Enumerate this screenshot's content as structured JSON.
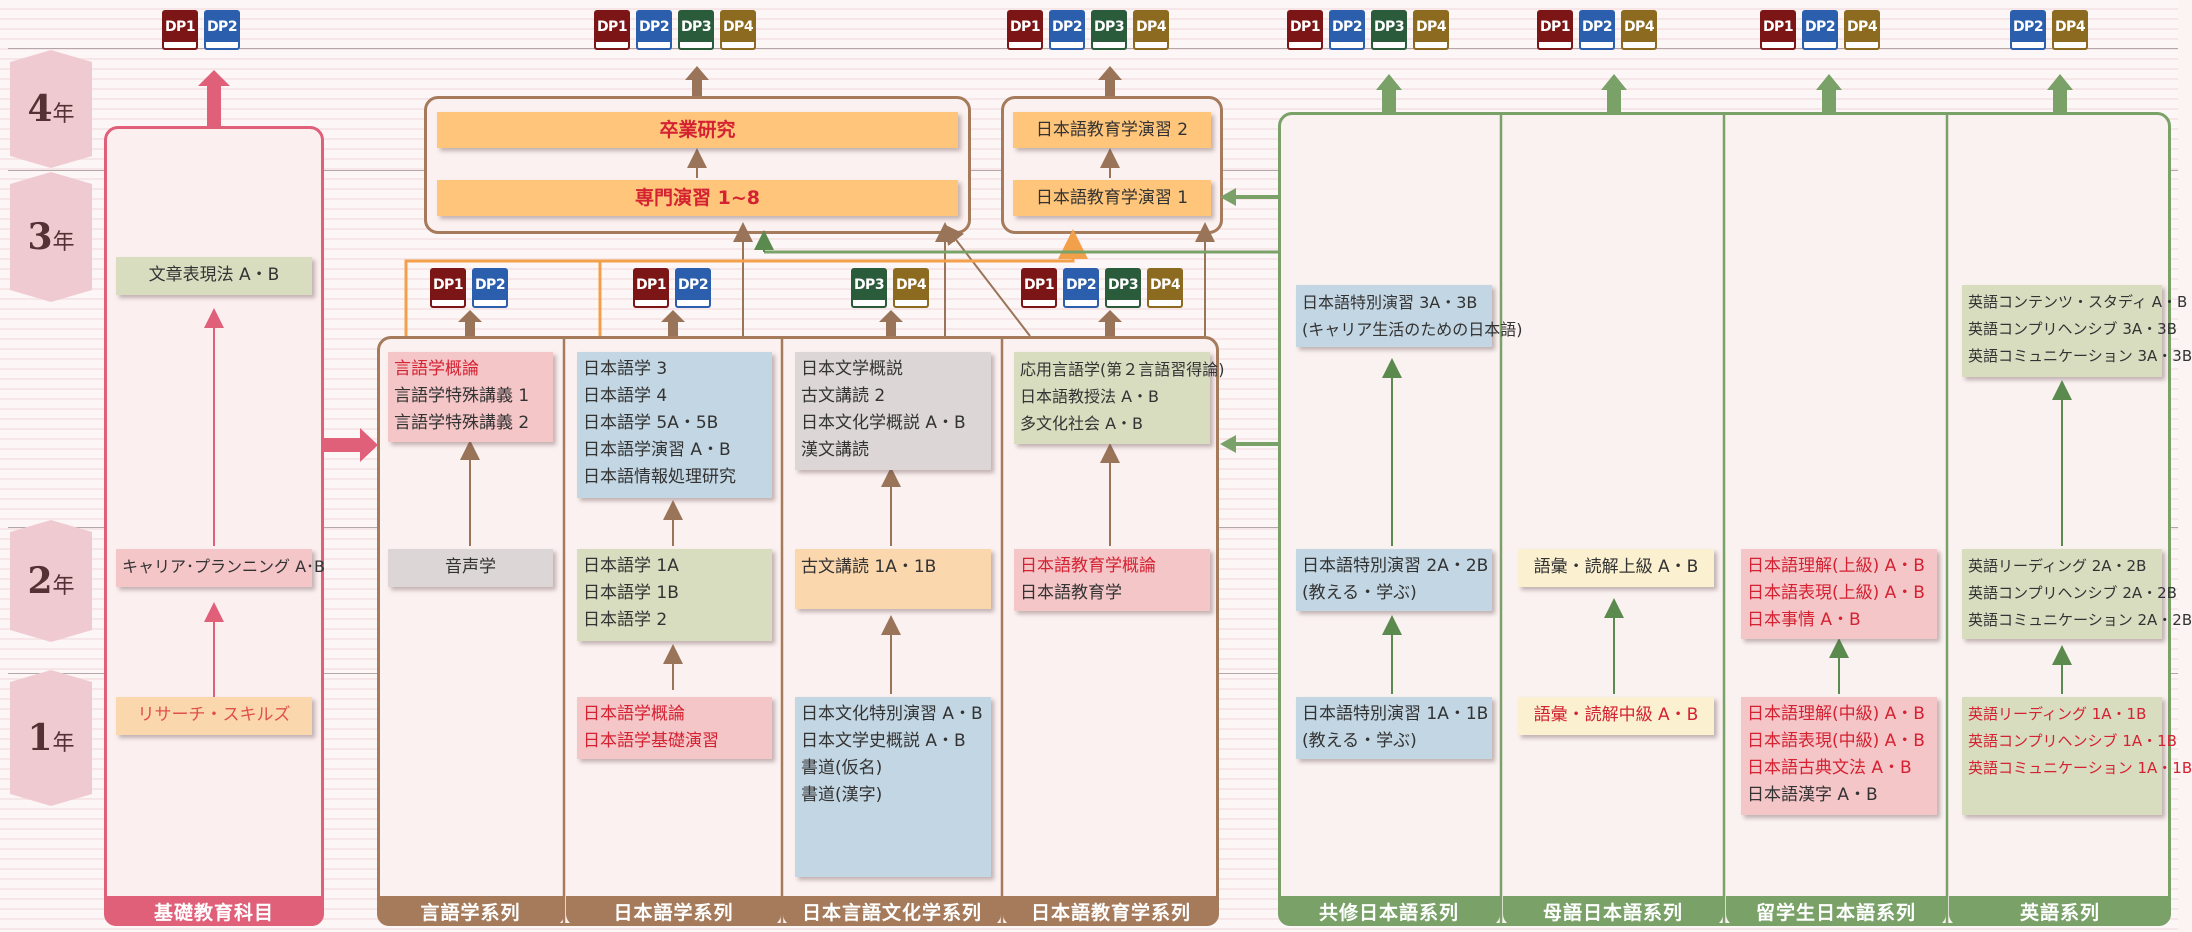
{
  "years": {
    "y4": "4",
    "y3": "3",
    "y2": "2",
    "y1": "1",
    "suffix": "年"
  },
  "dp_labels": {
    "dp1": "DP1",
    "dp2": "DP2",
    "dp3": "DP3",
    "dp4": "DP4"
  },
  "columns": {
    "kiso": "基礎教育科目",
    "gengo": "言語学系列",
    "nihongo": "日本語学系列",
    "bunka": "日本言語文化学系列",
    "kyoiku": "日本語教育学系列",
    "kyoshu": "共修日本語系列",
    "bogo": "母語日本語系列",
    "ryugaku": "留学生日本語系列",
    "eigo": "英語系列"
  },
  "top": {
    "sotsugyo": "卒業研究",
    "senmon": "専門演習 1~8",
    "kyoiku_enshu2": "日本語教育学演習 2",
    "kyoiku_enshu1": "日本語教育学演習 1"
  },
  "kiso": {
    "y3": "文章表現法 A・B",
    "y2": "キャリア･プランニング A･B",
    "y1": "リサーチ・スキルズ"
  },
  "gengo": {
    "upper": [
      "言語学概論",
      "言語学特殊講義 1",
      "言語学特殊講義 2"
    ],
    "lower": "音声学"
  },
  "nihongo": {
    "upper": [
      "日本語学 3",
      "日本語学 4",
      "日本語学 5A・5B",
      "日本語学演習 A・B",
      "日本語情報処理研究"
    ],
    "mid": [
      "日本語学 1A",
      "日本語学 1B",
      "日本語学 2"
    ],
    "lower": [
      "日本語学概論",
      "日本語学基礎演習"
    ]
  },
  "bunka": {
    "upper": [
      "日本文学概説",
      "古文講読 2",
      "日本文化学概説 A・B",
      "漢文講読"
    ],
    "mid": "古文講読 1A・1B",
    "lower": [
      "日本文化特別演習 A・B",
      "日本文学史概説 A・B",
      "書道(仮名)",
      "書道(漢字)"
    ]
  },
  "kyoiku": {
    "upper": [
      "応用言語学(第２言語習得論)",
      "日本語教授法 A・B",
      "多文化社会 A・B"
    ],
    "mid": [
      "日本語教育学概論",
      "日本語教育学"
    ]
  },
  "kyoshu": {
    "upper": [
      "日本語特別演習 3A・3B",
      "(キャリア生活のための日本語)"
    ],
    "mid": [
      "日本語特別演習 2A・2B",
      "(教える・学ぶ)"
    ],
    "lower": [
      "日本語特別演習 1A・1B",
      "(教える・学ぶ)"
    ]
  },
  "bogo": {
    "mid": "語彙・読解上級 A・B",
    "lower": "語彙・読解中級 A・B"
  },
  "ryugaku": {
    "mid": [
      "日本語理解(上級) A・B",
      "日本語表現(上級) A・B",
      "日本事情 A・B"
    ],
    "lower": [
      "日本語理解(中級) A・B",
      "日本語表現(中級) A・B",
      "日本語古典文法 A・B",
      "日本語漢字 A・B"
    ]
  },
  "eigo": {
    "upper": [
      "英語コンテンツ・スタディ A・B",
      "英語コンプリヘンシブ 3A・3B",
      "英語コミュニケーション 3A・3B"
    ],
    "mid": [
      "英語リーディング 2A・2B",
      "英語コンプリヘンシブ 2A・2B",
      "英語コミュニケーション 2A・2B"
    ],
    "lower": [
      "英語リーディング 1A・1B",
      "英語コンプリヘンシブ 1A・1B",
      "英語コミュニケーション 1A・1B"
    ]
  },
  "colors": {
    "kiso": "#e0607a",
    "senmon": "#a57b5c",
    "kyoyo": "#79a168",
    "accent_red": "#d42232",
    "orange_line": "#f2a04a"
  }
}
